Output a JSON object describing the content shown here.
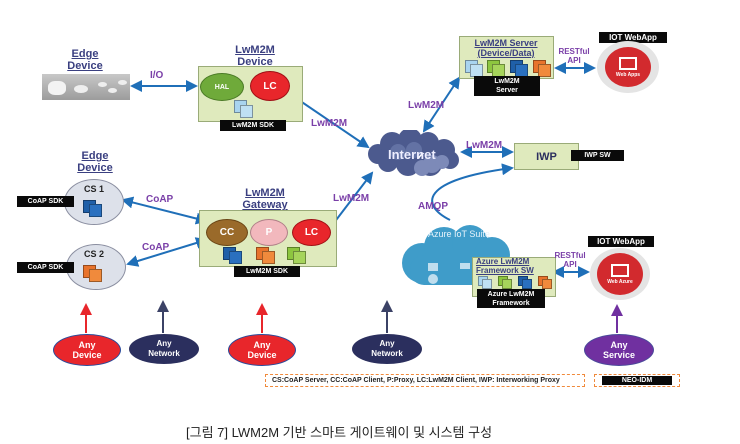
{
  "diagram": {
    "edge_device_top": {
      "title_line1": "Edge",
      "title_line2": "Device"
    },
    "io_label": "I/O",
    "lwm2m_device": {
      "title_line1": "LwM2M",
      "title_line2": "Device",
      "hal": "HAL",
      "lc": "LC",
      "sdk": "LwM2M SDK"
    },
    "lwm2m_server": {
      "title_line1": "LwM2M Server",
      "title_line2": "(Device/Data)",
      "label_line1": "LwM2M",
      "label_line2": "Server"
    },
    "restful_top": {
      "line1": "RESTful",
      "line2": "API"
    },
    "iot_webapp_top": {
      "label": "IOT WebApp",
      "inner": "Web Apps"
    },
    "internet_label": "Internet",
    "lwm2m_labels": [
      "LwM2M",
      "LwM2M",
      "LwM2M",
      "LwM2M"
    ],
    "iwp": {
      "label": "IWP",
      "sw": "IWP SW"
    },
    "amqp_label": "AMQP",
    "edge_device_left": {
      "title_line1": "Edge",
      "title_line2": "Device"
    },
    "cs1": {
      "label": "CS 1",
      "sdk": "CoAP SDK"
    },
    "cs2": {
      "label": "CS 2",
      "sdk": "CoAP SDK"
    },
    "coap_labels": [
      "CoAP",
      "CoAP"
    ],
    "lwm2m_gateway": {
      "title_line1": "LwM2M",
      "title_line2": "Gateway",
      "cc": "CC",
      "p": "P",
      "lc": "LC",
      "sdk": "LwM2M SDK"
    },
    "azure": {
      "suite": "Azure IoT Suite",
      "fw_sw_line1": "Azure LwM2M",
      "fw_sw_line2": "Framework SW",
      "fw_line1": "Azure LwM2M",
      "fw_line2": "Framework"
    },
    "restful_bottom": {
      "line1": "RESTful",
      "line2": "API"
    },
    "iot_webapp_bottom": {
      "label": "IOT WebApp",
      "inner": "Web Azure"
    },
    "any_nodes": [
      {
        "line1": "Any",
        "line2": "Device"
      },
      {
        "line1": "Any",
        "line2": "Network"
      },
      {
        "line1": "Any",
        "line2": "Device"
      },
      {
        "line1": "Any",
        "line2": "Network"
      },
      {
        "line1": "Any",
        "line2": "Service"
      }
    ],
    "legend": "CS:CoAP Server, CC:CoAP Client, P:Proxy, LC:LwM2M Client, IWP: Interworking Proxy",
    "neo_idm": "NEO-IDM",
    "colors": {
      "arrow_blue": "#1f6fb8",
      "protocol_purple": "#7a3fa8",
      "red": "#e8262b",
      "navy": "#2b2f5e",
      "purple": "#7030a0",
      "green_box": "#dfeabd",
      "legend_border": "#f08a3c"
    }
  },
  "caption": "[그림 7] LWM2M 기반 스마트 게이트웨이 및 시스템 구성"
}
